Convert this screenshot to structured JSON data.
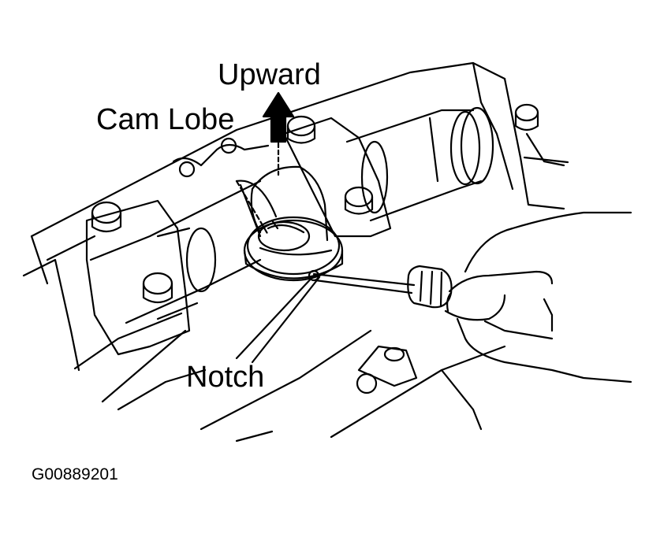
{
  "labels": {
    "upward": "Upward",
    "cam_lobe": "Cam Lobe",
    "notch": "Notch",
    "figure_code": "G00889201"
  },
  "colors": {
    "ink": "#000000",
    "background": "#ffffff"
  }
}
